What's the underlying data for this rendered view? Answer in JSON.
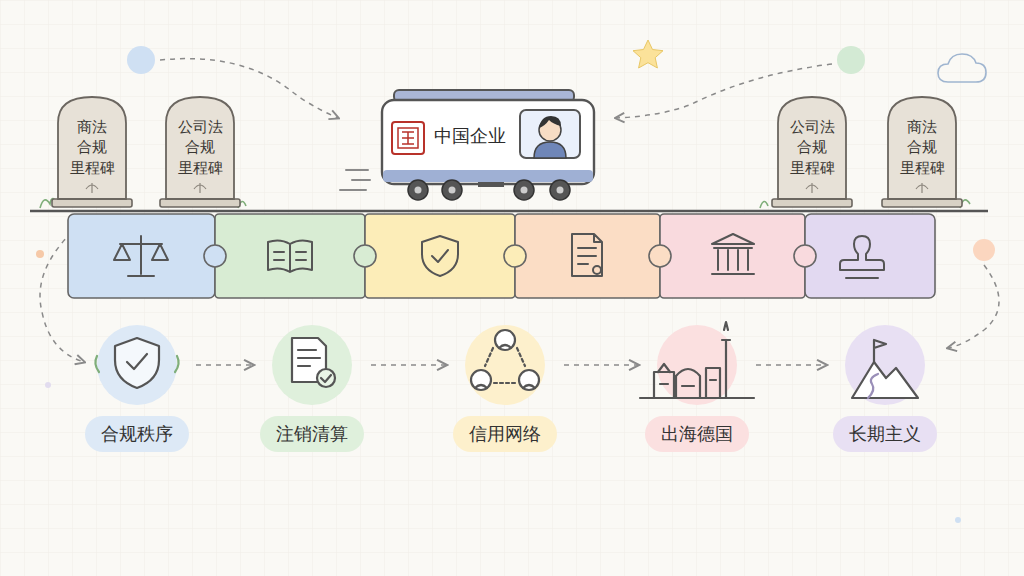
{
  "diagram": {
    "nodes": [
      {
        "text": [
          "商法 合规 里程碑"
        ]
      },
      {
        "text": [
          "公司法 合规 里程碑"
        ]
      },
      {
        "text": [
          "中国企业"
        ]
      },
      {
        "text": [
          "公司法 合规 里程碑"
        ]
      },
      {
        "text": [
          "商法 合规 里程碑"
        ]
      },
      {
        "text": [
          "合规秩序"
        ]
      },
      {
        "text": [
          "注销清算"
        ]
      },
      {
        "text": [
          "信用网络"
        ]
      },
      {
        "text": [
          "出海德国"
        ]
      },
      {
        "text": [
          "长期主义"
        ]
      }
    ],
    "edges": [
      {
        "from": 5,
        "to": 6,
        "arrow": "to"
      },
      {
        "from": 6,
        "to": 7,
        "arrow": "to"
      },
      {
        "from": 7,
        "to": 8,
        "arrow": "to"
      },
      {
        "from": 8,
        "to": 9,
        "arrow": "to"
      }
    ]
  }
}
